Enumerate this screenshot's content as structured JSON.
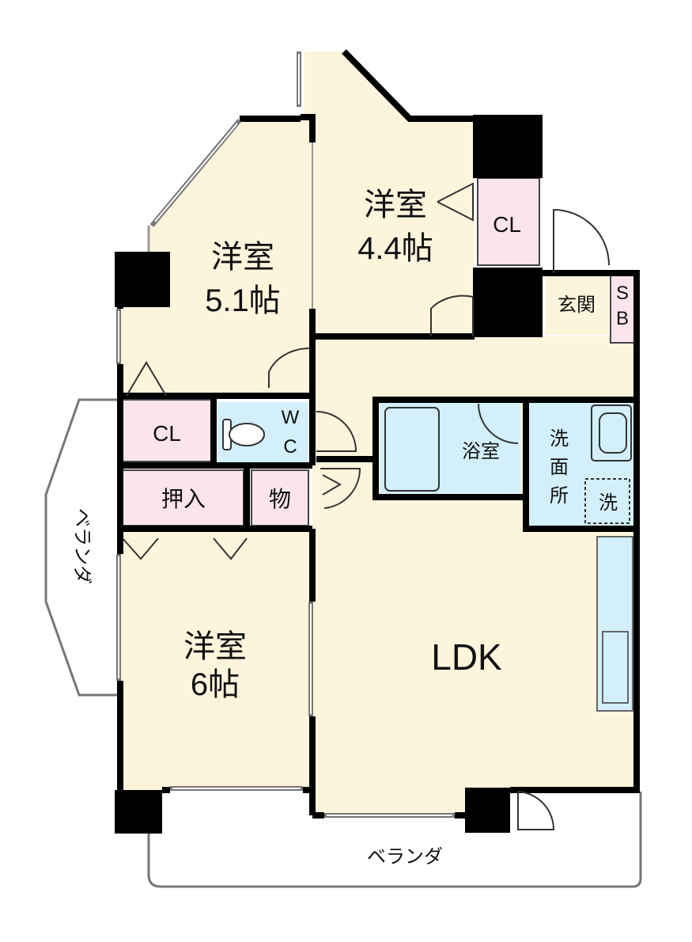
{
  "rooms": {
    "western_44": {
      "name": "洋室",
      "size": "4.4帖"
    },
    "western_51": {
      "name": "洋室",
      "size": "5.1帖"
    },
    "western_6": {
      "name": "洋室",
      "size": "6帖"
    },
    "ldk": {
      "name": "LDK"
    },
    "closet_44": {
      "name": "CL"
    },
    "closet_51": {
      "name": "CL"
    },
    "entrance": {
      "name": "玄関"
    },
    "shoe_box": {
      "line1": "S",
      "line2": "B"
    },
    "wc": {
      "line1": "W",
      "line2": "C"
    },
    "bathroom": {
      "name": "浴室"
    },
    "washroom": {
      "line1": "洗",
      "line2": "面",
      "line3": "所"
    },
    "washer": {
      "name": "洗"
    },
    "oshiire": {
      "name": "押入"
    },
    "storage": {
      "name": "物"
    },
    "balcony_south": {
      "name": "ベランダ"
    },
    "balcony_west": {
      "name": "ベランダ"
    }
  },
  "colors": {
    "floor": "#fdf4dc",
    "closet": "#fce4ec",
    "wet": "#d2effa",
    "wall": "#000000",
    "pillar": "#000000"
  }
}
